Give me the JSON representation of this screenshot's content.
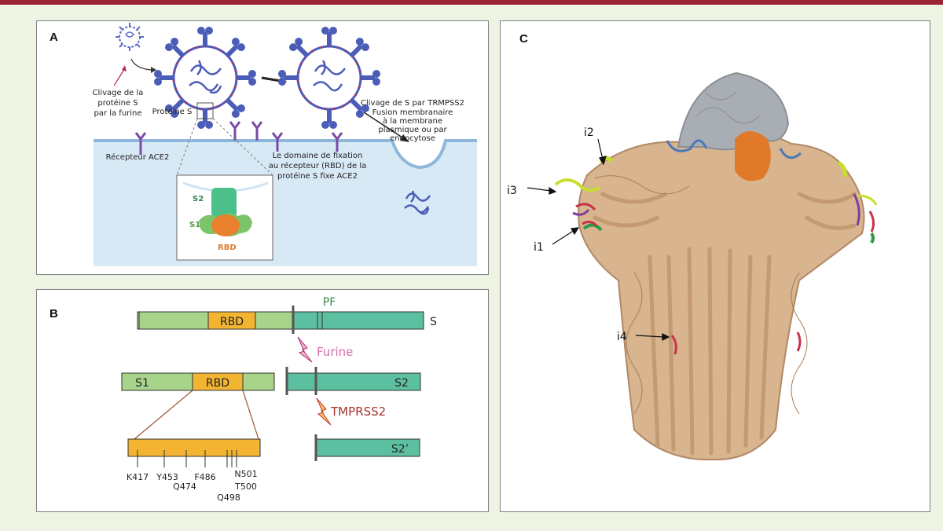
{
  "colors": {
    "top_bar": "#9b2335",
    "background": "#edf4e3",
    "s1": "#a8d38a",
    "s2": "#5bbfa0",
    "rbd": "#f2b431",
    "furin": "#d36fa6",
    "tmprss2": "#c0392b",
    "virus": "#4c5db8",
    "membrane": "#d8e9f6"
  },
  "panel_a": {
    "label": "A",
    "cleavage_furin": [
      "Clivage de la",
      "protéine S",
      "par la furine"
    ],
    "protein_s": "Protéine S",
    "cleavage_tmprss2": [
      "Clivage de S par TRMPSS2",
      "Fusion membranaire",
      "à la membrane",
      "plasmique ou par",
      "endocytose"
    ],
    "ace2_receptor": "Récepteur ACE2",
    "rbd_binding": [
      "Le domaine de fixation",
      "au récepteur (RBD) de la",
      "protéine S fixe ACE2"
    ],
    "inset": {
      "s2": "S2",
      "s1": "S1",
      "rbd": "RBD"
    }
  },
  "panel_b": {
    "label": "B",
    "pf": "PF",
    "rbd": "RBD",
    "s": "S",
    "furine": "Furine",
    "s1": "S1",
    "s2": "S2",
    "tmprss2": "TMPRSS2",
    "s2prime": "S2’",
    "mutations": [
      "K417",
      "Y453",
      "Q474",
      "F486",
      "Q498",
      "T500",
      "N501"
    ]
  },
  "panel_c": {
    "label": "C",
    "loops": [
      "i1",
      "i2",
      "i3",
      "i4"
    ]
  }
}
